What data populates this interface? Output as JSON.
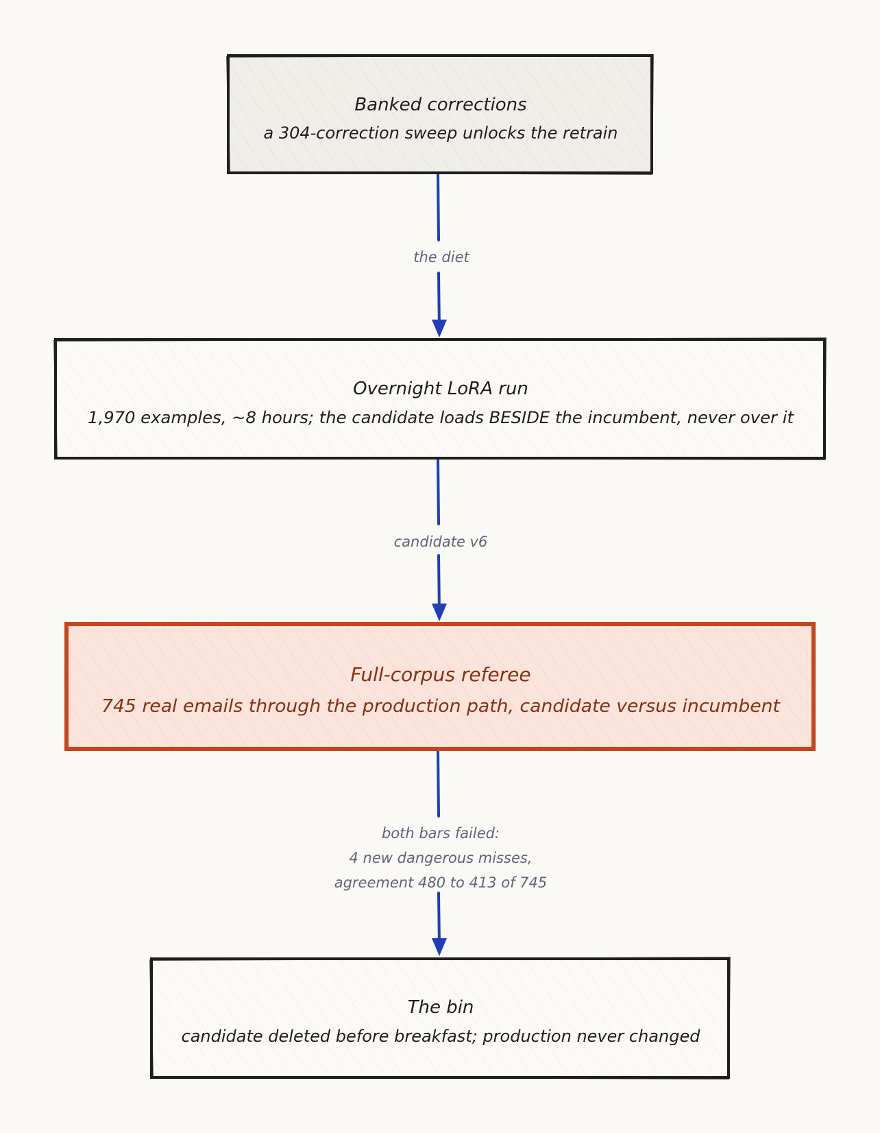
{
  "colors": {
    "background": "#faf9f5",
    "ink": "#1e1e1e",
    "arrow": "#1f3fb8",
    "edge_label": "#5f6477",
    "box_fill_grey": "#efeee8",
    "box_fill_white": "#fbfaf6",
    "highlight_stroke": "#c6471b",
    "highlight_fill": "#fbe4dc",
    "highlight_text": "#8a2f10"
  },
  "nodes": [
    {
      "id": "banked",
      "title": "Banked corrections",
      "subtitle": "a 304-correction sweep unlocks the retrain",
      "style": "grey"
    },
    {
      "id": "lora",
      "title": "Overnight LoRA run",
      "subtitle": "1,970 examples, ~8 hours; the candidate loads BESIDE the incumbent, never over it",
      "style": "white"
    },
    {
      "id": "referee",
      "title": "Full-corpus referee",
      "subtitle": "745 real emails through the production path, candidate versus incumbent",
      "style": "highlight"
    },
    {
      "id": "bin",
      "title": "The bin",
      "subtitle": "candidate deleted before breakfast; production never changed",
      "style": "white"
    }
  ],
  "edges": [
    {
      "from": "banked",
      "to": "lora",
      "label_lines": [
        "the diet"
      ]
    },
    {
      "from": "lora",
      "to": "referee",
      "label_lines": [
        "candidate v6"
      ]
    },
    {
      "from": "referee",
      "to": "bin",
      "label_lines": [
        "both bars failed:",
        "4 new dangerous misses,",
        "agreement 480 to 413 of 745"
      ]
    }
  ]
}
